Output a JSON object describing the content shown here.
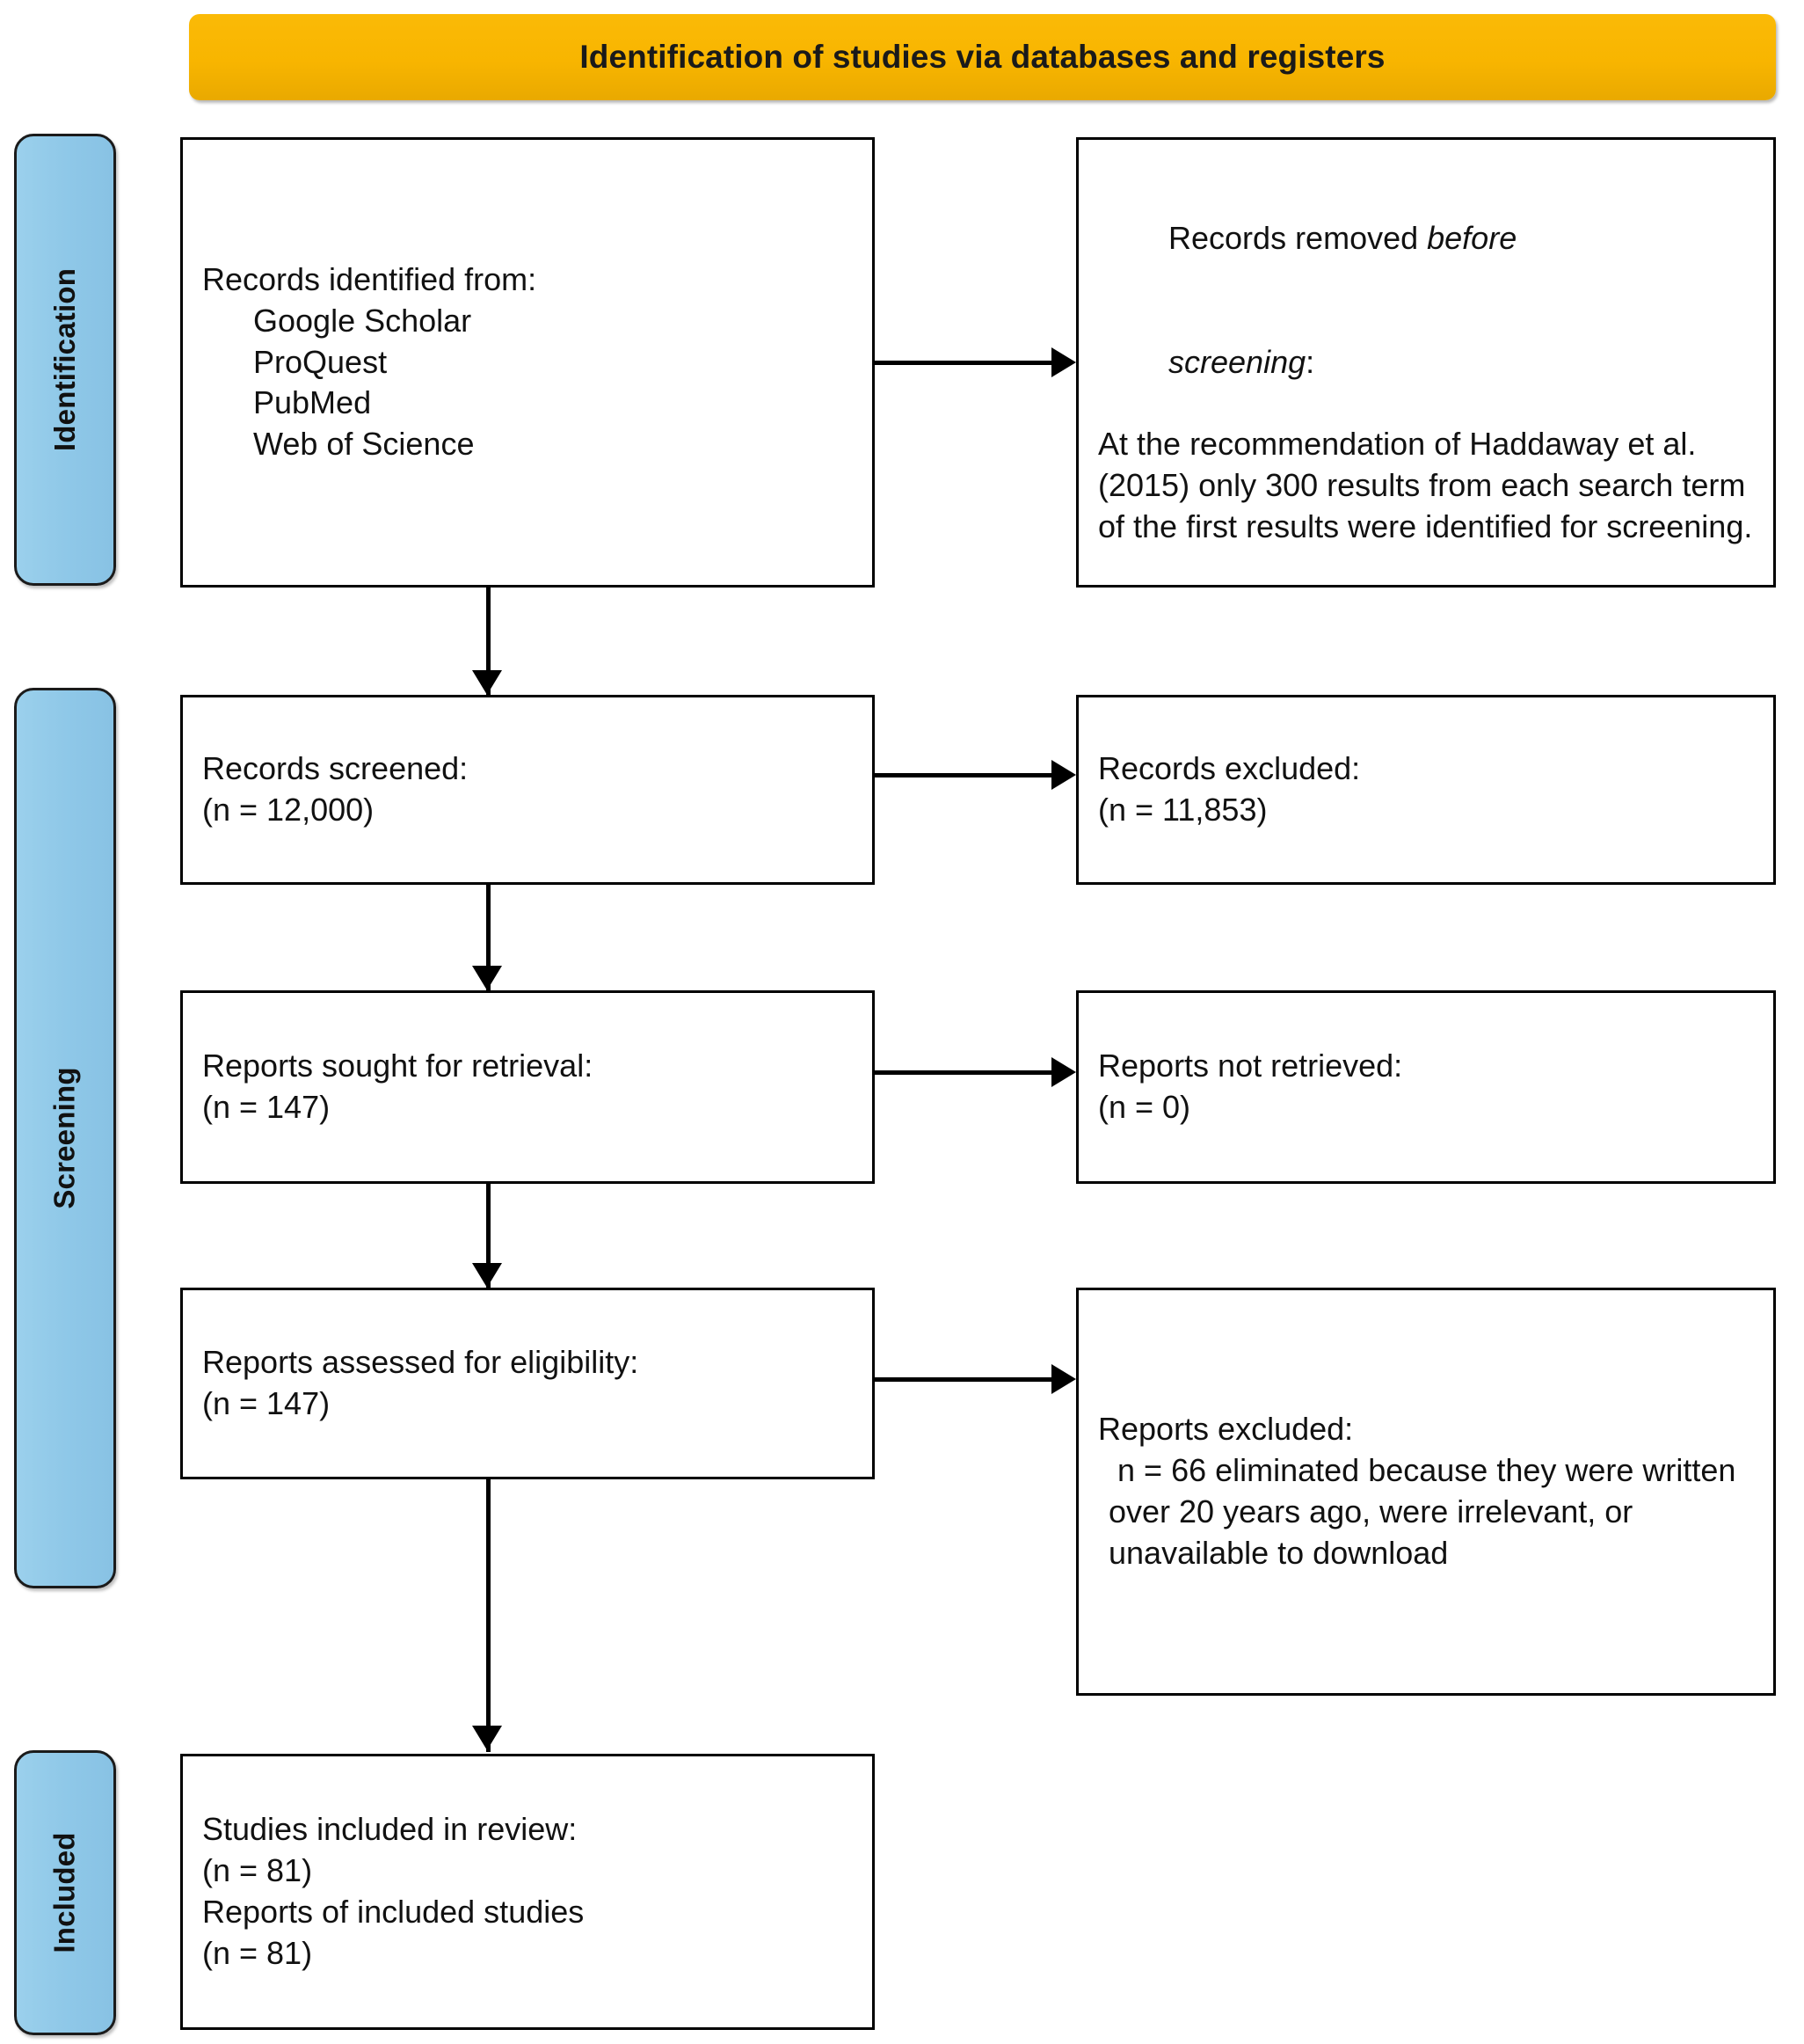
{
  "banner": {
    "title": "Identification of studies via databases and registers",
    "color": "#F8B500"
  },
  "stages": [
    {
      "label": "Identification",
      "color": "#92CBEA"
    },
    {
      "label": "Screening",
      "color": "#92CBEA"
    },
    {
      "label": "Included",
      "color": "#92CBEA"
    }
  ],
  "boxes": {
    "records_identified": {
      "heading": "Records identified from:",
      "sources": [
        "Google Scholar",
        "ProQuest",
        "PubMed",
        "Web of Science"
      ]
    },
    "records_removed": {
      "line1": "Records removed ",
      "line1_italic": "before",
      "line2_italic": "screening",
      "line2_tail": ":",
      "body": "At the recommendation of Haddaway et al. (2015) only 300 results from each search term of the first results were identified for screening."
    },
    "records_screened": {
      "heading": "Records screened:",
      "count": "(n = 12,000)"
    },
    "records_excluded": {
      "heading": "Records excluded:",
      "count": "(n = 11,853)"
    },
    "reports_sought": {
      "heading": "Reports sought for retrieval:",
      "count": "(n = 147)"
    },
    "reports_not_retrieved": {
      "heading": "Reports not retrieved:",
      "count": "(n = 0)"
    },
    "reports_assessed": {
      "heading": "Reports assessed for eligibility:",
      "count": "(n = 147)"
    },
    "reports_excluded": {
      "heading": "Reports excluded:",
      "body": " n = 66 eliminated because they were written over 20 years ago, were irrelevant, or unavailable to download"
    },
    "studies_included": {
      "heading": "Studies included in review:",
      "count": "(n = 81)",
      "heading2": "Reports of included studies",
      "count2": "(n = 81)"
    }
  }
}
